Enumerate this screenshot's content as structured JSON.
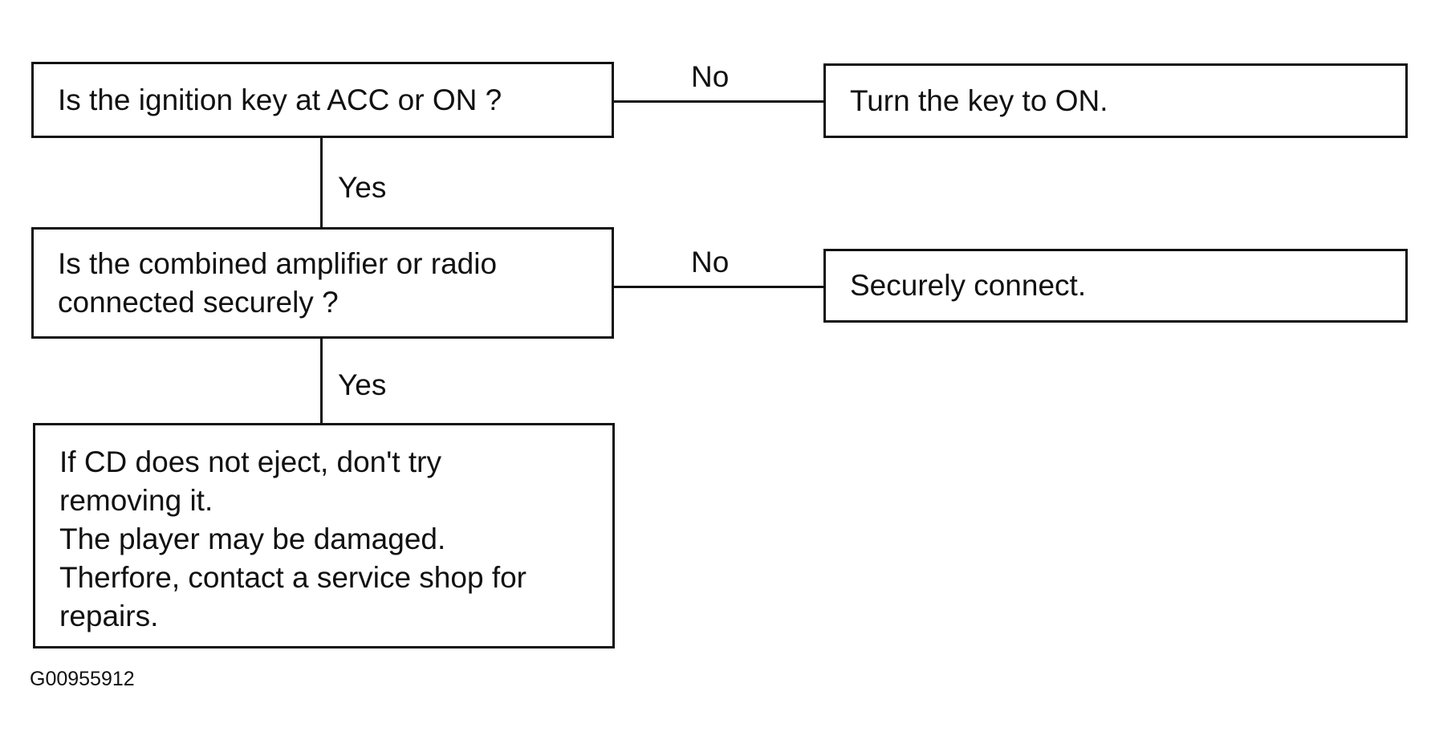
{
  "flowchart": {
    "q1": {
      "text": "Is the ignition key at ACC or ON ?"
    },
    "q1_no_label": "No",
    "a1": {
      "text": "Turn the key to ON."
    },
    "q1_yes_label": "Yes",
    "q2": {
      "lines": [
        "Is the combined amplifier or radio",
        "connected securely ?"
      ]
    },
    "q2_no_label": "No",
    "a2": {
      "text": "Securely connect."
    },
    "q2_yes_label": "Yes",
    "result": {
      "lines": [
        "If  CD does not eject, don't try",
        "removing it.",
        "The player may be damaged.",
        "Therfore,  contact a service shop for",
        "repairs."
      ]
    }
  },
  "figure_id": "G00955912"
}
